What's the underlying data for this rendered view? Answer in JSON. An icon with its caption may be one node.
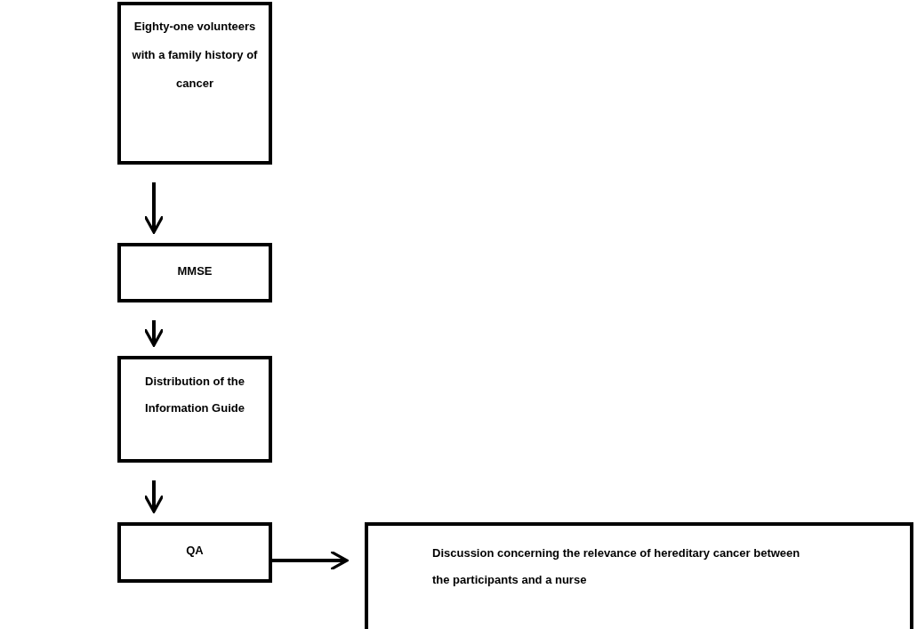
{
  "diagram": {
    "nodes": [
      {
        "text": [
          "Eighty-one volunteers with a family history of cancer"
        ]
      },
      {
        "text": [
          "MMSE"
        ]
      },
      {
        "text": [
          "Distribution of the Information Guide"
        ]
      },
      {
        "text": [
          "QA"
        ]
      },
      {
        "text": [
          "Discussion concerning the relevance of hereditary cancer between the participants and a nurse"
        ]
      }
    ],
    "edges": [
      {
        "from": 0,
        "to": 1,
        "arrow": "to"
      },
      {
        "from": 1,
        "to": 2,
        "arrow": "to"
      },
      {
        "from": 2,
        "to": 3,
        "arrow": "to"
      },
      {
        "from": 3,
        "to": 4,
        "arrow": "to"
      }
    ]
  }
}
